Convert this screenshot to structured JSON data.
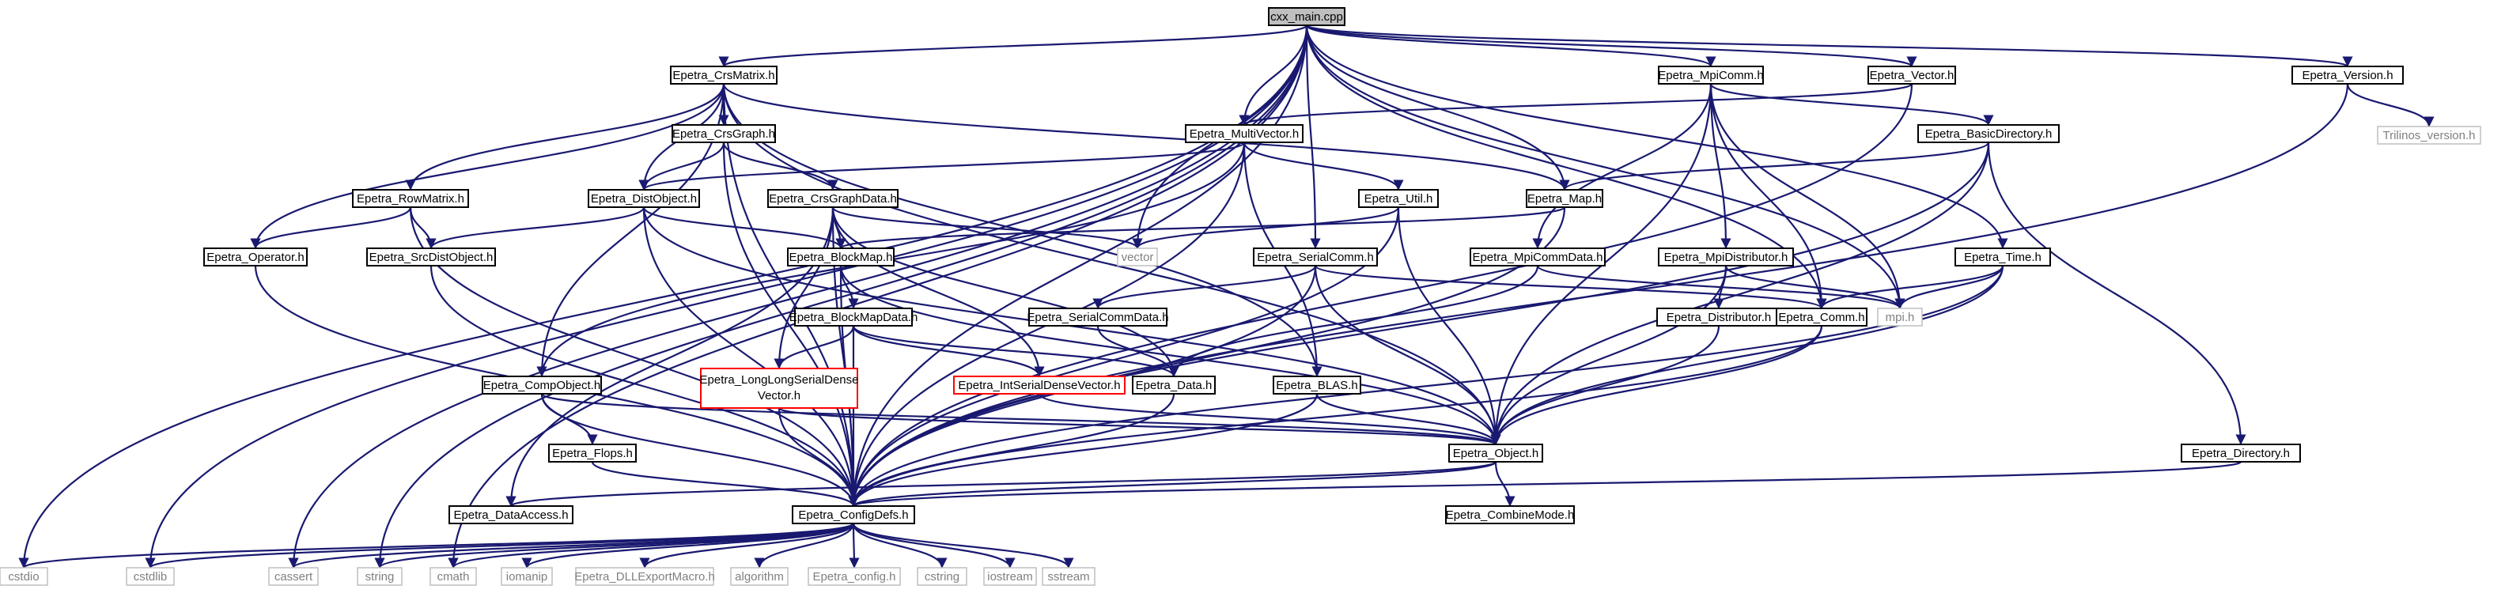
{
  "colors": {
    "edge": "#191970",
    "root_fill": "#bfbfbf",
    "truncated_border": "#ff0000",
    "system_text": "#808080"
  },
  "nodes": [
    {
      "id": "cxx_main",
      "label": "cxx_main.cpp",
      "kind": "root"
    },
    {
      "id": "CrsMatrix",
      "label": "Epetra_CrsMatrix.h",
      "kind": "file"
    },
    {
      "id": "MpiComm",
      "label": "Epetra_MpiComm.h",
      "kind": "file"
    },
    {
      "id": "Vector",
      "label": "Epetra_Vector.h",
      "kind": "file"
    },
    {
      "id": "Version",
      "label": "Epetra_Version.h",
      "kind": "file"
    },
    {
      "id": "Trilinos_version",
      "label": "Trilinos_version.h",
      "kind": "sys"
    },
    {
      "id": "CrsGraph",
      "label": "Epetra_CrsGraph.h",
      "kind": "file"
    },
    {
      "id": "MultiVector",
      "label": "Epetra_MultiVector.h",
      "kind": "file"
    },
    {
      "id": "BasicDirectory",
      "label": "Epetra_BasicDirectory.h",
      "kind": "file"
    },
    {
      "id": "RowMatrix",
      "label": "Epetra_RowMatrix.h",
      "kind": "file"
    },
    {
      "id": "DistObject",
      "label": "Epetra_DistObject.h",
      "kind": "file"
    },
    {
      "id": "CrsGraphData",
      "label": "Epetra_CrsGraphData.h",
      "kind": "file"
    },
    {
      "id": "Util",
      "label": "Epetra_Util.h",
      "kind": "file"
    },
    {
      "id": "Map",
      "label": "Epetra_Map.h",
      "kind": "file"
    },
    {
      "id": "Operator",
      "label": "Epetra_Operator.h",
      "kind": "file"
    },
    {
      "id": "SrcDistObject",
      "label": "Epetra_SrcDistObject.h",
      "kind": "file"
    },
    {
      "id": "BlockMap",
      "label": "Epetra_BlockMap.h",
      "kind": "file"
    },
    {
      "id": "vector",
      "label": "vector",
      "kind": "sys"
    },
    {
      "id": "SerialComm",
      "label": "Epetra_SerialComm.h",
      "kind": "file"
    },
    {
      "id": "MpiCommData",
      "label": "Epetra_MpiCommData.h",
      "kind": "file"
    },
    {
      "id": "MpiDistributor",
      "label": "Epetra_MpiDistributor.h",
      "kind": "file"
    },
    {
      "id": "Time",
      "label": "Epetra_Time.h",
      "kind": "file"
    },
    {
      "id": "BlockMapData",
      "label": "Epetra_BlockMapData.h",
      "kind": "file"
    },
    {
      "id": "SerialCommData",
      "label": "Epetra_SerialCommData.h",
      "kind": "file"
    },
    {
      "id": "Distributor",
      "label": "Epetra_Distributor.h",
      "kind": "file"
    },
    {
      "id": "Comm",
      "label": "Epetra_Comm.h",
      "kind": "file"
    },
    {
      "id": "mpi",
      "label": "mpi.h",
      "kind": "sys"
    },
    {
      "id": "CompObject",
      "label": "Epetra_CompObject.h",
      "kind": "file"
    },
    {
      "id": "LongLongSerialDenseVector",
      "label": "Epetra_LongLongSerialDense Vector.h",
      "kind": "trunc"
    },
    {
      "id": "IntSerialDenseVector",
      "label": "Epetra_IntSerialDenseVector.h",
      "kind": "trunc"
    },
    {
      "id": "Data",
      "label": "Epetra_Data.h",
      "kind": "file"
    },
    {
      "id": "BLAS",
      "label": "Epetra_BLAS.h",
      "kind": "file"
    },
    {
      "id": "Flops",
      "label": "Epetra_Flops.h",
      "kind": "file"
    },
    {
      "id": "Object",
      "label": "Epetra_Object.h",
      "kind": "file"
    },
    {
      "id": "Directory",
      "label": "Epetra_Directory.h",
      "kind": "file"
    },
    {
      "id": "DataAccess",
      "label": "Epetra_DataAccess.h",
      "kind": "file"
    },
    {
      "id": "ConfigDefs",
      "label": "Epetra_ConfigDefs.h",
      "kind": "file"
    },
    {
      "id": "CombineMode",
      "label": "Epetra_CombineMode.h",
      "kind": "file"
    },
    {
      "id": "cstdio",
      "label": "cstdio",
      "kind": "sys"
    },
    {
      "id": "cstdlib",
      "label": "cstdlib",
      "kind": "sys"
    },
    {
      "id": "cassert",
      "label": "cassert",
      "kind": "sys"
    },
    {
      "id": "string",
      "label": "string",
      "kind": "sys"
    },
    {
      "id": "cmath",
      "label": "cmath",
      "kind": "sys"
    },
    {
      "id": "iomanip",
      "label": "iomanip",
      "kind": "sys"
    },
    {
      "id": "DLLExportMacro",
      "label": "Epetra_DLLExportMacro.h",
      "kind": "sys"
    },
    {
      "id": "algorithm",
      "label": "algorithm",
      "kind": "sys"
    },
    {
      "id": "config",
      "label": "Epetra_config.h",
      "kind": "sys"
    },
    {
      "id": "cstring",
      "label": "cstring",
      "kind": "sys"
    },
    {
      "id": "iostream",
      "label": "iostream",
      "kind": "sys"
    },
    {
      "id": "sstream",
      "label": "sstream",
      "kind": "sys"
    }
  ],
  "edges": [
    [
      "cxx_main",
      "CrsMatrix"
    ],
    [
      "cxx_main",
      "MpiComm"
    ],
    [
      "cxx_main",
      "Vector"
    ],
    [
      "cxx_main",
      "Version"
    ],
    [
      "cxx_main",
      "MultiVector"
    ],
    [
      "cxx_main",
      "Map"
    ],
    [
      "cxx_main",
      "vector"
    ],
    [
      "cxx_main",
      "SerialComm"
    ],
    [
      "cxx_main",
      "Time"
    ],
    [
      "cxx_main",
      "Comm"
    ],
    [
      "cxx_main",
      "mpi"
    ],
    [
      "cxx_main",
      "cstdio"
    ],
    [
      "cxx_main",
      "cstdlib"
    ],
    [
      "cxx_main",
      "cassert"
    ],
    [
      "cxx_main",
      "string"
    ],
    [
      "cxx_main",
      "cmath"
    ],
    [
      "cxx_main",
      "ConfigDefs"
    ],
    [
      "CrsMatrix",
      "CrsGraph"
    ],
    [
      "CrsMatrix",
      "RowMatrix"
    ],
    [
      "CrsMatrix",
      "DistObject"
    ],
    [
      "CrsMatrix",
      "Map"
    ],
    [
      "CrsMatrix",
      "Operator"
    ],
    [
      "CrsMatrix",
      "CompObject"
    ],
    [
      "CrsMatrix",
      "BLAS"
    ],
    [
      "CrsMatrix",
      "ConfigDefs"
    ],
    [
      "CrsMatrix",
      "Object"
    ],
    [
      "CrsGraph",
      "DistObject"
    ],
    [
      "CrsGraph",
      "CrsGraphData"
    ],
    [
      "CrsGraph",
      "ConfigDefs"
    ],
    [
      "MultiVector",
      "DistObject"
    ],
    [
      "MultiVector",
      "Util"
    ],
    [
      "MultiVector",
      "CompObject"
    ],
    [
      "MultiVector",
      "BLAS"
    ],
    [
      "MultiVector",
      "ConfigDefs"
    ],
    [
      "RowMatrix",
      "Operator"
    ],
    [
      "RowMatrix",
      "SrcDistObject"
    ],
    [
      "RowMatrix",
      "ConfigDefs"
    ],
    [
      "DistObject",
      "SrcDistObject"
    ],
    [
      "DistObject",
      "BlockMap"
    ],
    [
      "DistObject",
      "Object"
    ],
    [
      "DistObject",
      "ConfigDefs"
    ],
    [
      "CrsGraphData",
      "BlockMap"
    ],
    [
      "CrsGraphData",
      "vector"
    ],
    [
      "CrsGraphData",
      "Data"
    ],
    [
      "CrsGraphData",
      "IntSerialDenseVector"
    ],
    [
      "CrsGraphData",
      "LongLongSerialDenseVector"
    ],
    [
      "CrsGraphData",
      "ConfigDefs"
    ],
    [
      "CrsGraphData",
      "DataAccess"
    ],
    [
      "Util",
      "vector"
    ],
    [
      "Util",
      "Object"
    ],
    [
      "Util",
      "ConfigDefs"
    ],
    [
      "Map",
      "BlockMap"
    ],
    [
      "Map",
      "ConfigDefs"
    ],
    [
      "Operator",
      "ConfigDefs"
    ],
    [
      "SrcDistObject",
      "ConfigDefs"
    ],
    [
      "BlockMap",
      "BlockMapData"
    ],
    [
      "BlockMap",
      "Object"
    ],
    [
      "BlockMap",
      "ConfigDefs"
    ],
    [
      "BlockMapData",
      "Data"
    ],
    [
      "BlockMapData",
      "IntSerialDenseVector"
    ],
    [
      "BlockMapData",
      "LongLongSerialDenseVector"
    ],
    [
      "BlockMapData",
      "ConfigDefs"
    ],
    [
      "MpiComm",
      "MpiCommData"
    ],
    [
      "MpiComm",
      "MpiDistributor"
    ],
    [
      "MpiComm",
      "BasicDirectory"
    ],
    [
      "MpiComm",
      "Comm"
    ],
    [
      "MpiComm",
      "mpi"
    ],
    [
      "MpiComm",
      "Object"
    ],
    [
      "Vector",
      "MultiVector"
    ],
    [
      "Vector",
      "ConfigDefs"
    ],
    [
      "Version",
      "Trilinos_version"
    ],
    [
      "Version",
      "ConfigDefs"
    ],
    [
      "BasicDirectory",
      "Map"
    ],
    [
      "BasicDirectory",
      "Directory"
    ],
    [
      "BasicDirectory",
      "Object"
    ],
    [
      "BasicDirectory",
      "ConfigDefs"
    ],
    [
      "SerialComm",
      "SerialCommData"
    ],
    [
      "SerialComm",
      "Comm"
    ],
    [
      "SerialComm",
      "Object"
    ],
    [
      "SerialComm",
      "ConfigDefs"
    ],
    [
      "SerialCommData",
      "Data"
    ],
    [
      "MpiCommData",
      "Data"
    ],
    [
      "MpiCommData",
      "mpi"
    ],
    [
      "MpiDistributor",
      "Distributor"
    ],
    [
      "MpiDistributor",
      "mpi"
    ],
    [
      "MpiDistributor",
      "Object"
    ],
    [
      "Time",
      "Comm"
    ],
    [
      "Time",
      "mpi"
    ],
    [
      "Time",
      "Object"
    ],
    [
      "Time",
      "ConfigDefs"
    ],
    [
      "Distributor",
      "Object"
    ],
    [
      "Comm",
      "Object"
    ],
    [
      "Comm",
      "ConfigDefs"
    ],
    [
      "CompObject",
      "Flops"
    ],
    [
      "CompObject",
      "Object"
    ],
    [
      "CompObject",
      "ConfigDefs"
    ],
    [
      "Flops",
      "ConfigDefs"
    ],
    [
      "LongLongSerialDenseVector",
      "Object"
    ],
    [
      "LongLongSerialDenseVector",
      "ConfigDefs"
    ],
    [
      "IntSerialDenseVector",
      "Object"
    ],
    [
      "Data",
      "ConfigDefs"
    ],
    [
      "BLAS",
      "Object"
    ],
    [
      "BLAS",
      "ConfigDefs"
    ],
    [
      "Object",
      "ConfigDefs"
    ],
    [
      "Object",
      "CombineMode"
    ],
    [
      "Object",
      "DataAccess"
    ],
    [
      "Directory",
      "ConfigDefs"
    ],
    [
      "ConfigDefs",
      "cstdio"
    ],
    [
      "ConfigDefs",
      "cstdlib"
    ],
    [
      "ConfigDefs",
      "cassert"
    ],
    [
      "ConfigDefs",
      "string"
    ],
    [
      "ConfigDefs",
      "cmath"
    ],
    [
      "ConfigDefs",
      "iomanip"
    ],
    [
      "ConfigDefs",
      "DLLExportMacro"
    ],
    [
      "ConfigDefs",
      "algorithm"
    ],
    [
      "ConfigDefs",
      "config"
    ],
    [
      "ConfigDefs",
      "cstring"
    ],
    [
      "ConfigDefs",
      "iostream"
    ],
    [
      "ConfigDefs",
      "sstream"
    ]
  ]
}
